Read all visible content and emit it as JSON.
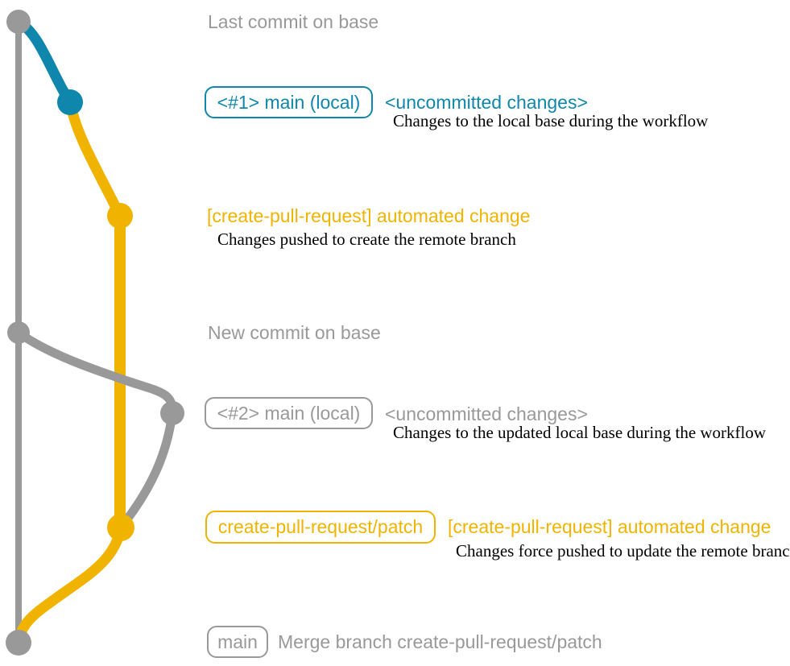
{
  "colors": {
    "gray": "#999999",
    "teal": "#0f87ad",
    "yellow": "#f0b400",
    "ink": "#000000",
    "background": "#ffffff"
  },
  "rows": {
    "last_commit": {
      "label": "Last commit on base"
    },
    "r1": {
      "badge": "<#1> main (local)",
      "note": "<uncommitted changes>",
      "desc": "Changes to the local base during the workflow"
    },
    "r2": {
      "title": "[create-pull-request] automated change",
      "desc": "Changes pushed to create the remote branch"
    },
    "new_commit": {
      "label": "New commit on base"
    },
    "r3": {
      "badge": "<#2> main (local)",
      "note": "<uncommitted changes>",
      "desc": "Changes to the updated local base during the workflow"
    },
    "r4": {
      "badge": "create-pull-request/patch",
      "title": "[create-pull-request] automated change",
      "desc": "Changes force pushed to update the remote branch"
    },
    "r5": {
      "badge": "main",
      "label": "Merge branch create-pull-request/patch"
    }
  },
  "graph": {
    "branches": [
      {
        "name": "base (main)",
        "color": "gray"
      },
      {
        "name": "local uncommitted changes",
        "color": "teal"
      },
      {
        "name": "create-pull-request/patch",
        "color": "yellow"
      }
    ],
    "nodes": [
      {
        "name": "commit-last-base",
        "color": "gray"
      },
      {
        "name": "commit-uncommitted-changes-1",
        "color": "teal"
      },
      {
        "name": "commit-automated-change-1",
        "color": "yellow"
      },
      {
        "name": "commit-new-base",
        "color": "gray"
      },
      {
        "name": "commit-uncommitted-changes-2",
        "color": "gray"
      },
      {
        "name": "commit-automated-change-2",
        "color": "yellow"
      },
      {
        "name": "commit-merge",
        "color": "gray"
      }
    ]
  }
}
